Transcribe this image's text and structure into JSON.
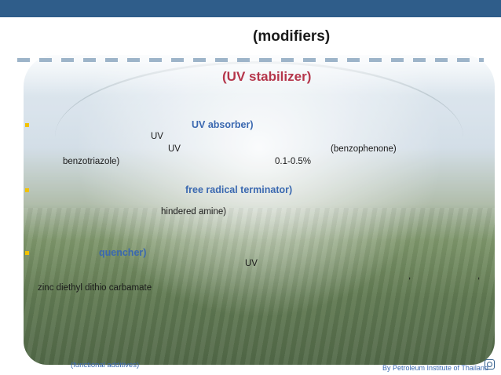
{
  "slide": {
    "title": "(modifiers)",
    "subtitle": "(UV stabilizer)",
    "sections": [
      {
        "heading": "UV absorber)",
        "lines": [
          "UV",
          "UV",
          "(benzophenone)",
          "benzotriazole)",
          "0.1-0.5%"
        ]
      },
      {
        "heading": "free radical terminator)",
        "lines": [
          "hindered amine)"
        ]
      },
      {
        "heading": "quencher)",
        "lines": [
          "UV",
          ",",
          ",",
          "zinc diethyl dithio carbamate"
        ]
      }
    ],
    "footer_left": "(functional additives)",
    "footer_right": "By Petroleum Institute of Thailand"
  },
  "colors": {
    "header_bar": "#2f5d8a",
    "subtitle": "#b5364b",
    "heading": "#3a68b0",
    "bullet": "#f2c200"
  }
}
